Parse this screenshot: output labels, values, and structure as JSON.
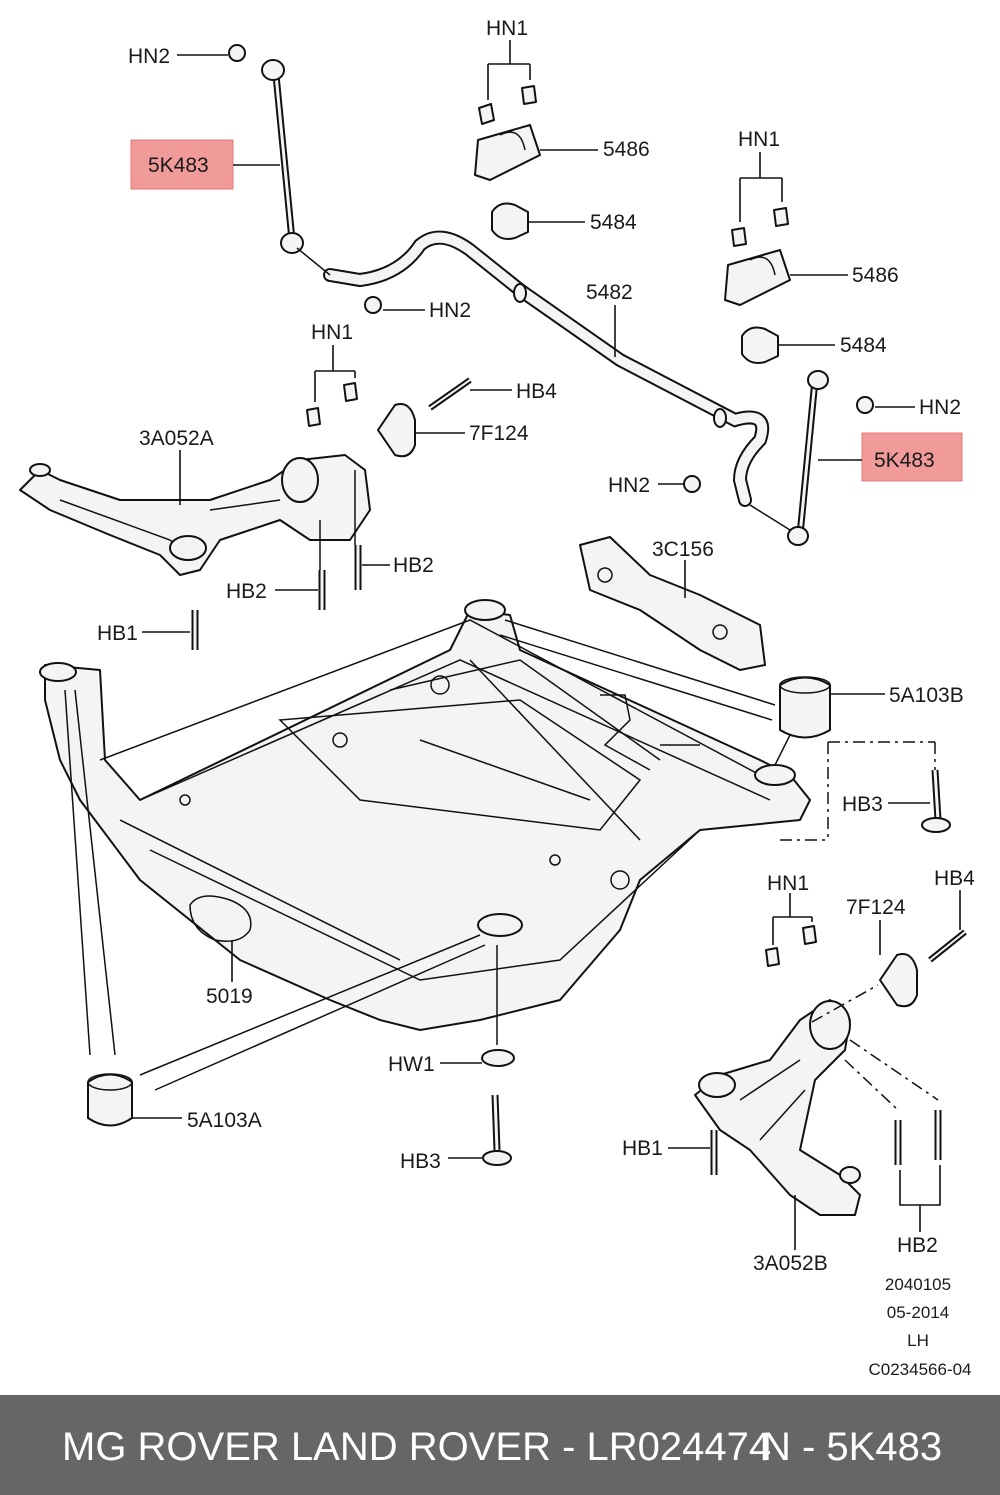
{
  "diagram": {
    "labels": {
      "hn2_a": "HN2",
      "k483_a": "5K483",
      "hn1_a": "HN1",
      "p5486_a": "5486",
      "p5484_a": "5484",
      "hn2_b": "HN2",
      "p5482": "5482",
      "hn1_b": "HN1",
      "p5486_b": "5486",
      "p5484_b": "5484",
      "hn1_c": "HN1",
      "hb4_a": "HB4",
      "f124_a": "7F124",
      "a052a": "3A052A",
      "hn2_c": "HN2",
      "k483_b": "5K483",
      "hn2_d": "HN2",
      "hb2_a": "HB2",
      "hb2_b": "HB2",
      "c156": "3C156",
      "hb1_a": "HB1",
      "a103b": "5A103B",
      "hb3_a": "HB3",
      "hn1_d": "HN1",
      "hb4_b": "HB4",
      "f124_b": "7F124",
      "p5019": "5019",
      "hw1": "HW1",
      "a103a": "5A103A",
      "hb1_b": "HB1",
      "hb3_b": "HB3",
      "a052b": "3A052B",
      "hb2_c": "HB2"
    },
    "info": {
      "line1": "2040105",
      "line2": "05-2014",
      "line3": "LH",
      "line4": "C0234566-04"
    },
    "colors": {
      "highlight": "#f19a9a",
      "line": "#111111"
    }
  },
  "footer": {
    "brand_text": "MG ROVER LAND ROVER - LR024474",
    "part_code": "N - 5K483",
    "background": "#666666"
  }
}
